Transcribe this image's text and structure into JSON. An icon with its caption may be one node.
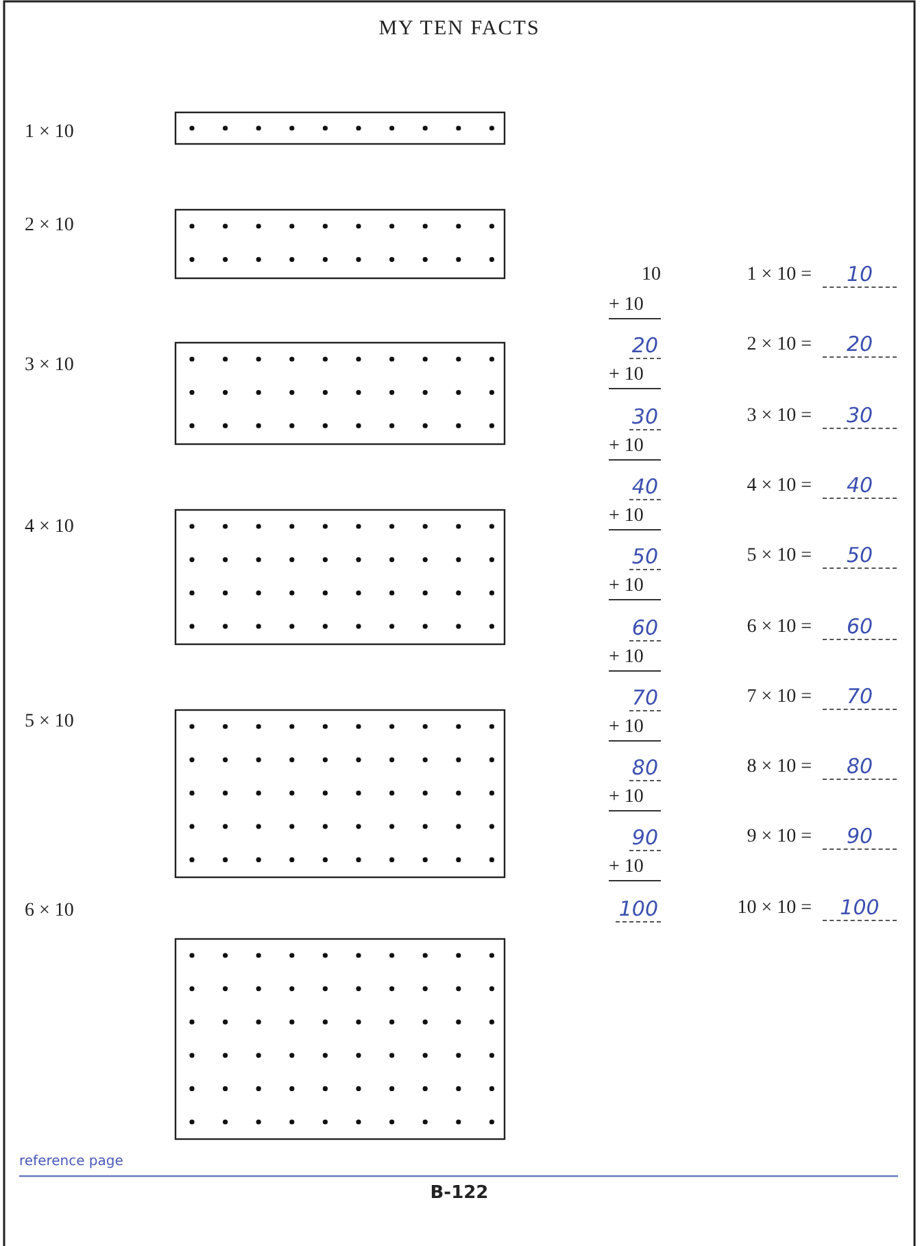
{
  "diagram": {
    "title": "MY TEN FACTS",
    "labels": [
      "1 × 10",
      "2 × 10",
      "3 × 10",
      "4 × 10",
      "5 × 10",
      "6 × 10",
      "10",
      "+ 10",
      "20",
      "+ 10",
      "30",
      "+ 10",
      "40",
      "+ 10",
      "50",
      "+ 10",
      "60",
      "+ 10",
      "70",
      "+ 10",
      "80",
      "+ 10",
      "90",
      "+ 10",
      "100",
      "1 × 10 =",
      "10",
      "2 × 10 =",
      "20",
      "3 × 10 =",
      "30",
      "4 × 10 =",
      "40",
      "5 × 10 =",
      "50",
      "6 × 10 =",
      "60",
      "7 × 10 =",
      "70",
      "8 × 10 =",
      "80",
      "9 × 10 =",
      "90",
      "10 × 10 =",
      "100",
      "reference page",
      "B-122"
    ]
  }
}
